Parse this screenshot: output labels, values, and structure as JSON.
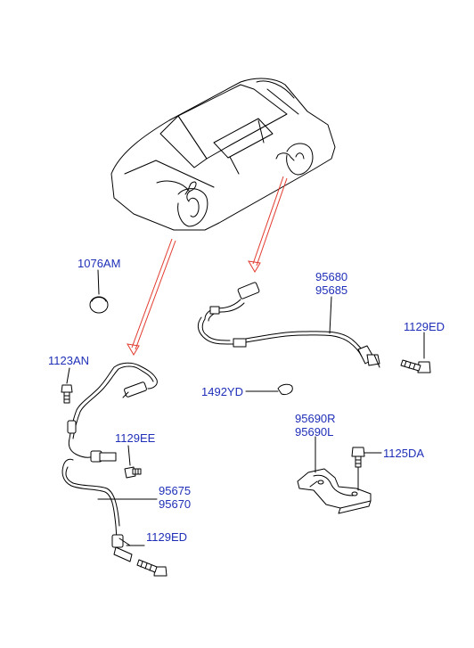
{
  "labels": {
    "grommet": "1076AM",
    "bolt_front_upper": "1123AN",
    "bolt_front_mid": "1129EE",
    "sensor_front_a": "95675",
    "sensor_front_b": "95670",
    "bolt_front_lower": "1129ED",
    "sensor_rear_a": "95680",
    "sensor_rear_b": "95685",
    "bolt_rear": "1129ED",
    "clip": "1492YD",
    "bracket_a": "95690R",
    "bracket_b": "95690L",
    "bolt_bracket": "1125DA"
  },
  "colors": {
    "label_text": "#1f2fb8",
    "callout_arrow": "#e23a2e",
    "line_art": "#000000"
  }
}
